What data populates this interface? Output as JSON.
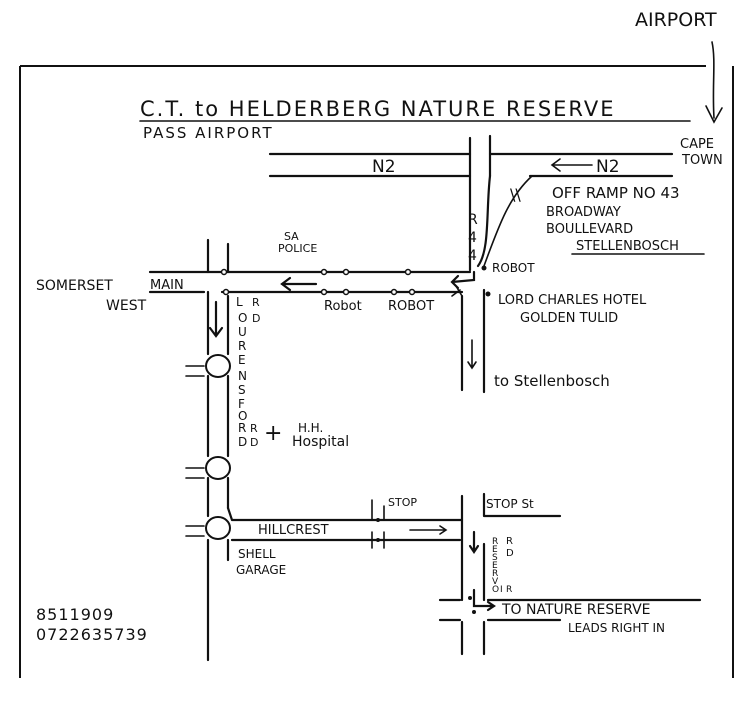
{
  "header": {
    "airport": "AIRPORT",
    "cape_town_line1": "CAPE",
    "cape_town_line2": "TOWN",
    "title": "C.T. to HELDERBERG NATURE RESERVE",
    "subtitle": "PASS AIRPORT"
  },
  "roads": {
    "n2_left": "N2",
    "n2_right": "N2",
    "r44": [
      "R",
      "4",
      "4"
    ],
    "main": "MAIN",
    "lourensford": [
      "L",
      "O",
      "U",
      "R",
      "E",
      "N",
      "S",
      "F",
      "O",
      "R",
      "D"
    ],
    "lourensford_rd": [
      "R",
      "D"
    ],
    "lourensford_rd2": [
      "R",
      "D"
    ],
    "hillcrest": "HILLCREST",
    "reservoir": [
      "R",
      "E",
      "S",
      "E",
      "R",
      "V",
      "O",
      "I",
      "R"
    ],
    "reservoir_rd": [
      "R",
      "D"
    ]
  },
  "labels": {
    "off_ramp": "OFF RAMP NO 43",
    "broadway": "BROADWAY",
    "boulevard": "BOULLEVARD",
    "stellenbosch_exit": "STELLENBOSCH",
    "robot_right": "ROBOT",
    "lord_charles": "LORD CHARLES HOTEL",
    "golden_tulip": "GOLDEN TULID",
    "sa_police_1": "SA",
    "sa_police_2": "POLICE",
    "somerset": "SOMERSET",
    "west": "WEST",
    "robot_1": "Robot",
    "robot_2": "ROBOT",
    "to_stellenbosch": "to Stellenbosch",
    "hospital_1": "H.H.",
    "hospital_2": "Hospital",
    "cross": "+",
    "shell_1": "SHELL",
    "shell_2": "GARAGE",
    "stop_1": "STOP",
    "stop_2": "STOP St",
    "to_nature_reserve": "TO NATURE RESERVE",
    "leads_right_in": "LEADS RIGHT IN",
    "phone_1": "8511909",
    "phone_2": "0722635739",
    "ramp_mark": "\\\\"
  }
}
